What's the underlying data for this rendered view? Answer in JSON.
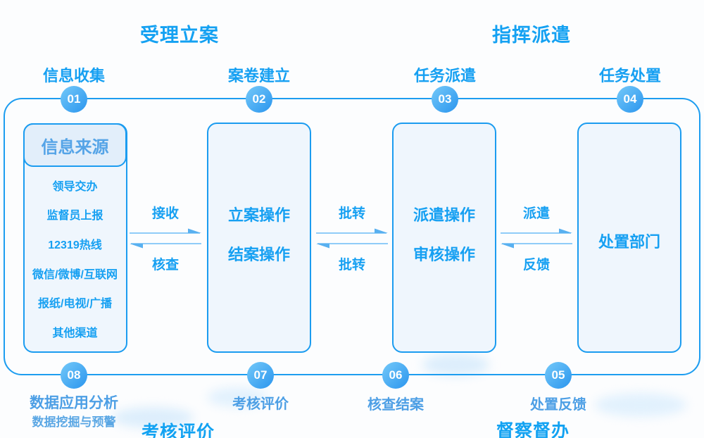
{
  "colors": {
    "accent": "#16a0f2",
    "border": "#1b9cf0",
    "box_fill": "#eff6fd",
    "source_header_fill": "#e2eefa",
    "arrow_line": "#8fccf8",
    "arrow_head": "#58b0f0",
    "circle_gradient_start": "#74c9f9",
    "circle_gradient_end": "#2a95ee",
    "bottom_label": "#4d9fe5"
  },
  "top_headers": [
    {
      "label": "受理立案"
    },
    {
      "label": "指挥派遣"
    }
  ],
  "stages": [
    {
      "number": "01",
      "label": "信息收集"
    },
    {
      "number": "02",
      "label": "案卷建立"
    },
    {
      "number": "03",
      "label": "任务派遣"
    },
    {
      "number": "04",
      "label": "任务处置"
    }
  ],
  "boxes": {
    "source": {
      "title": "信息来源",
      "items": [
        "领导交办",
        "监督员上报",
        "12319热线",
        "微信/微博/互联网",
        "报纸/电视/广播",
        "其他渠道"
      ]
    },
    "case": {
      "lines": [
        "立案操作",
        "结案操作"
      ]
    },
    "dispatch": {
      "lines": [
        "派遣操作",
        "审核操作"
      ]
    },
    "handle": {
      "lines": [
        "处置部门"
      ]
    }
  },
  "flows": [
    {
      "forward": "接收",
      "backward": "核查"
    },
    {
      "forward": "批转",
      "backward": "批转"
    },
    {
      "forward": "派遣",
      "backward": "反馈"
    }
  ],
  "bottom_stages": [
    {
      "number": "08",
      "label": "数据应用分析",
      "sublabel": "数据挖掘与预警"
    },
    {
      "number": "07",
      "label": "考核评价"
    },
    {
      "number": "06",
      "label": "核查结案"
    },
    {
      "number": "05",
      "label": "处置反馈"
    }
  ],
  "bottom_headers": [
    {
      "label": "考核评价"
    },
    {
      "label": "督察督办"
    }
  ]
}
